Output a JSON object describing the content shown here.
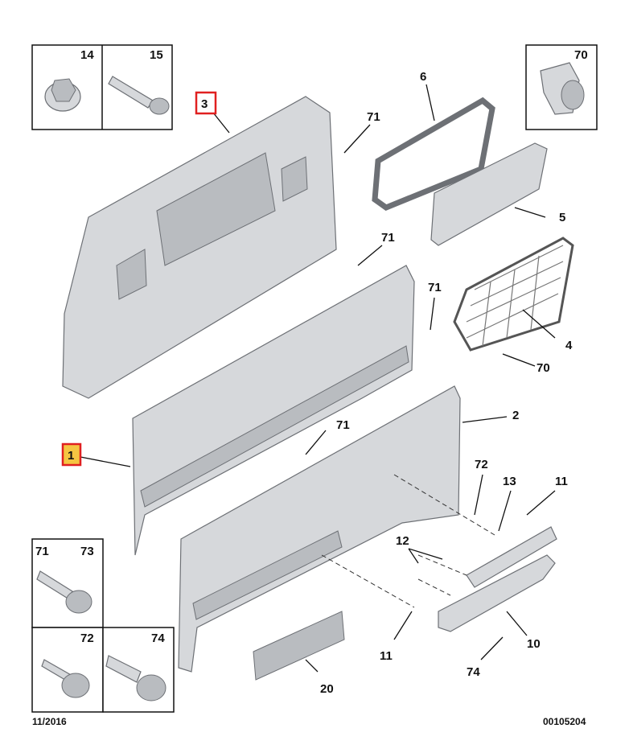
{
  "diagram": {
    "callouts": {
      "p14": "14",
      "p15": "15",
      "p70_box": "70",
      "p3": "3",
      "p6": "6",
      "p71_a": "71",
      "p5": "5",
      "p71_b": "71",
      "p71_c": "71",
      "p4": "4",
      "p70": "70",
      "p2": "2",
      "p1": "1",
      "p71_d": "71",
      "p72": "72",
      "p13": "13",
      "p11_a": "11",
      "p12": "12",
      "p11_b": "11",
      "p10": "10",
      "p74": "74",
      "p20": "20",
      "p71_box": "71",
      "p73_box": "73",
      "p72_box": "72",
      "p74_box": "74"
    },
    "highlight_colors": {
      "p3": "#e02020",
      "p1": "#f5c542",
      "p1_border": "#e02020"
    },
    "footer": {
      "date": "11/2016",
      "ref": "00105204"
    }
  }
}
